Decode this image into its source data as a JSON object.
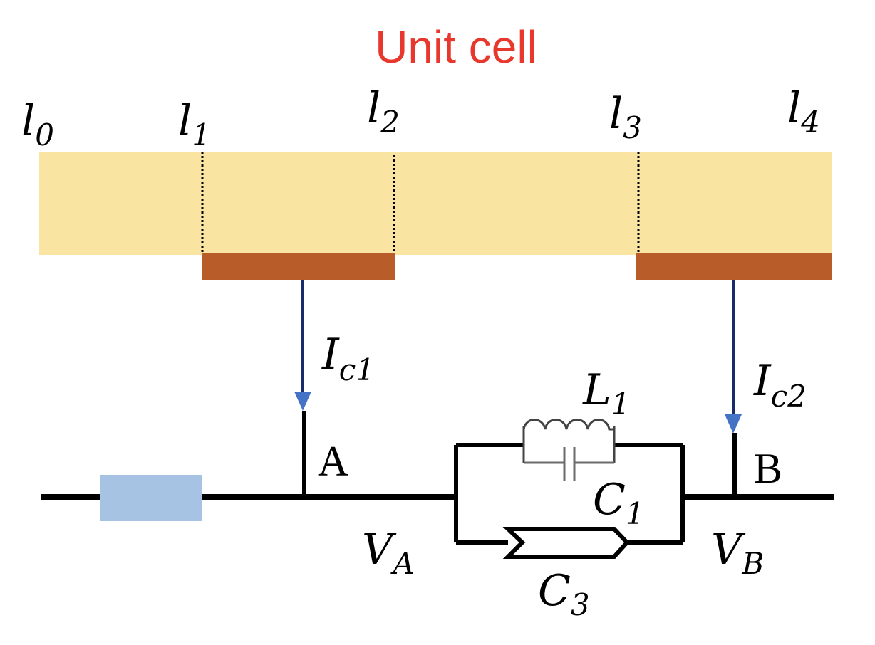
{
  "title": "Unit cell",
  "colors": {
    "title": "#e8372c",
    "band": "#f9e4a2",
    "contact": "#b85c2a",
    "box": "#a6c3e4",
    "arrow": "#4472c4",
    "wire": "#000000",
    "capacitor": "#6b6b6b"
  },
  "positions": {
    "l0": {
      "base": "l",
      "sub": "0"
    },
    "l1": {
      "base": "l",
      "sub": "1"
    },
    "l2": {
      "base": "l",
      "sub": "2"
    },
    "l3": {
      "base": "l",
      "sub": "3"
    },
    "l4": {
      "base": "l",
      "sub": "4"
    }
  },
  "currents": {
    "ic1": {
      "base": "I",
      "sub": "c1"
    },
    "ic2": {
      "base": "I",
      "sub": "c2"
    }
  },
  "nodes": {
    "a": "A",
    "b": "B"
  },
  "voltages": {
    "va": {
      "base": "V",
      "sub": "A"
    },
    "vb": {
      "base": "V",
      "sub": "B"
    }
  },
  "components": {
    "l1": {
      "base": "L",
      "sub": "1"
    },
    "c1": {
      "base": "C",
      "sub": "1"
    },
    "c3": {
      "base": "C",
      "sub": "3"
    }
  }
}
